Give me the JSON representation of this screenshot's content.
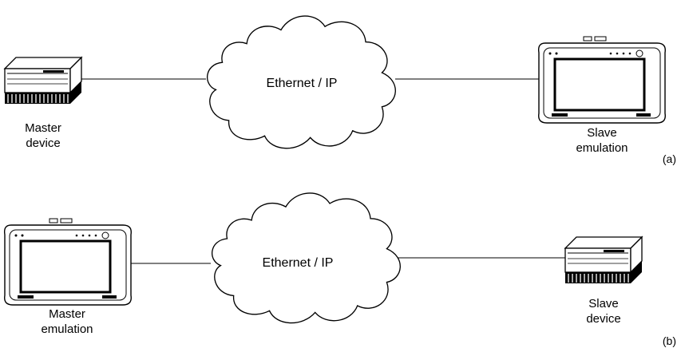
{
  "panels": [
    {
      "tag": "(a)",
      "cloud_label": "Ethernet / IP",
      "left": {
        "line1": "Master",
        "line2": "device",
        "kind": "rack-device"
      },
      "right": {
        "line1": "Slave",
        "line2": "emulation",
        "kind": "tablet-tester"
      }
    },
    {
      "tag": "(b)",
      "cloud_label": "Ethernet / IP",
      "left": {
        "line1": "Master",
        "line2": "emulation",
        "kind": "tablet-tester"
      },
      "right": {
        "line1": "Slave",
        "line2": "device",
        "kind": "rack-device"
      }
    }
  ]
}
